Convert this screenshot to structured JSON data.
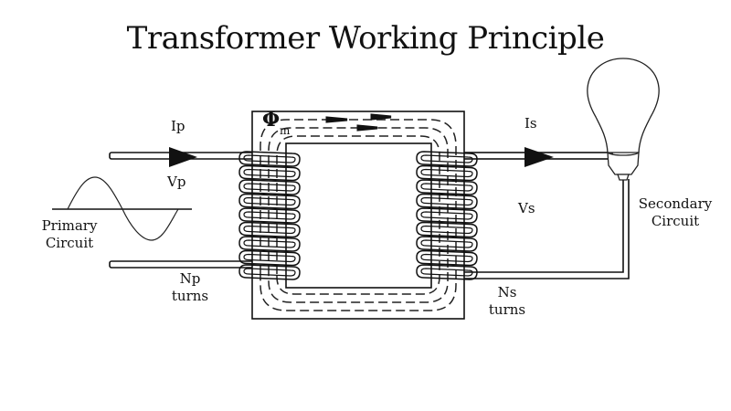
{
  "title": "Transformer Working Principle",
  "labels": {
    "primary_current": "Ip",
    "primary_voltage": "Vp",
    "primary_circuit_line1": "Primary",
    "primary_circuit_line2": "Circuit",
    "primary_turns_line1": "Np",
    "primary_turns_line2": "turns",
    "flux_symbol": "Φ",
    "flux_subscript": "m",
    "secondary_current": "Is",
    "secondary_voltage": "Vs",
    "secondary_circuit_line1": "Secondary",
    "secondary_circuit_line2": "Circuit",
    "secondary_turns_line1": "Ns",
    "secondary_turns_line2": "turns"
  },
  "components": {
    "primary_coil_turns_drawn": 9,
    "secondary_coil_turns_drawn": 9,
    "source": "ac-sine-source-icon",
    "load": "light-bulb-icon"
  },
  "colors": {
    "line": "#111111",
    "background": "#ffffff"
  }
}
